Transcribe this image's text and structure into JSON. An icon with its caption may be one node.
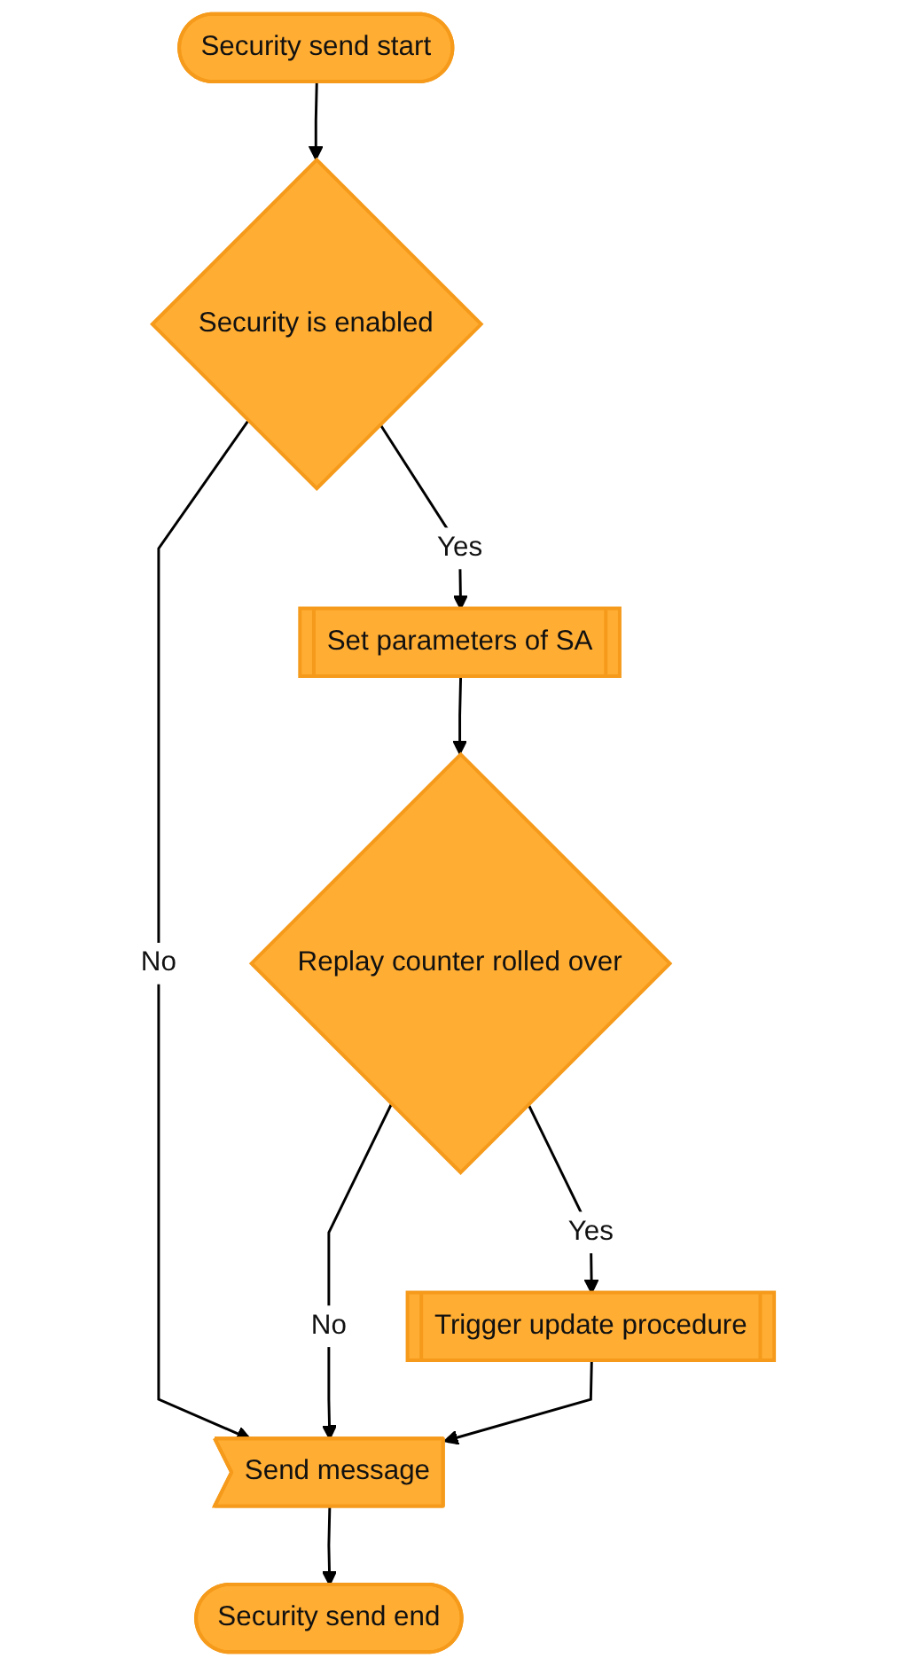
{
  "diagram": {
    "nodes": [
      {
        "text": [
          "Security send start"
        ]
      },
      {
        "text": [
          "Security is enabled"
        ]
      },
      {
        "text": [
          "Set parameters of SA"
        ]
      },
      {
        "text": [
          "Replay counter rolled over"
        ]
      },
      {
        "text": [
          "Trigger update procedure"
        ]
      },
      {
        "text": [
          "Send message"
        ]
      },
      {
        "text": [
          "Security send end"
        ]
      }
    ],
    "edges": [
      {
        "from": 0,
        "to": 1,
        "arrow": "to"
      },
      {
        "from": 1,
        "to": 5,
        "label": "No",
        "arrow": "to"
      },
      {
        "from": 1,
        "to": 2,
        "label": "Yes",
        "arrow": "to"
      },
      {
        "from": 2,
        "to": 3,
        "arrow": "to"
      },
      {
        "from": 3,
        "to": 4,
        "label": "Yes",
        "arrow": "to"
      },
      {
        "from": 3,
        "to": 5,
        "label": "No",
        "arrow": "to"
      },
      {
        "from": 4,
        "to": 5,
        "arrow": "to"
      },
      {
        "from": 5,
        "to": 6,
        "arrow": "to"
      }
    ]
  }
}
